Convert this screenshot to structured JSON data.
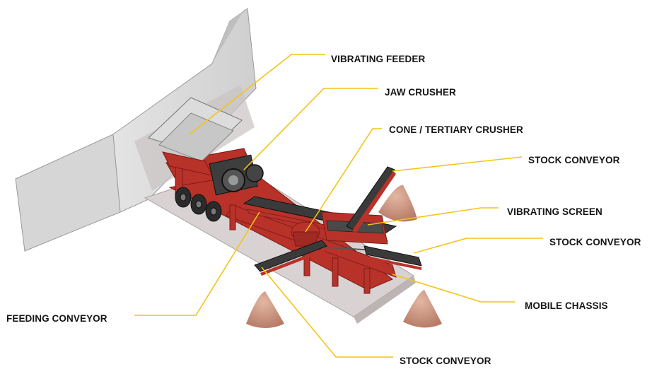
{
  "colors": {
    "frame_red": "#b8322a",
    "leader_gold": "#f2c417",
    "wall_grey": "#d8d8d8",
    "slab_grey": "#d4cfcf",
    "pile_color": "#c98f78",
    "belt_dark": "#3a3a3a"
  },
  "icons": [
    "crushing-plant-illustration"
  ],
  "labels": {
    "vibrating_feeder": "VIBRATING FEEDER",
    "jaw_crusher": "JAW CRUSHER",
    "cone_crusher": "CONE / TERTIARY CRUSHER",
    "stock_conveyor_top": "STOCK CONVEYOR",
    "vibrating_screen": "VIBRATING SCREEN",
    "stock_conveyor_right": "STOCK CONVEYOR",
    "mobile_chassis": "MOBILE CHASSIS",
    "feeding_conveyor": "FEEDING CONVEYOR",
    "stock_conveyor_bottom": "STOCK CONVEYOR"
  }
}
